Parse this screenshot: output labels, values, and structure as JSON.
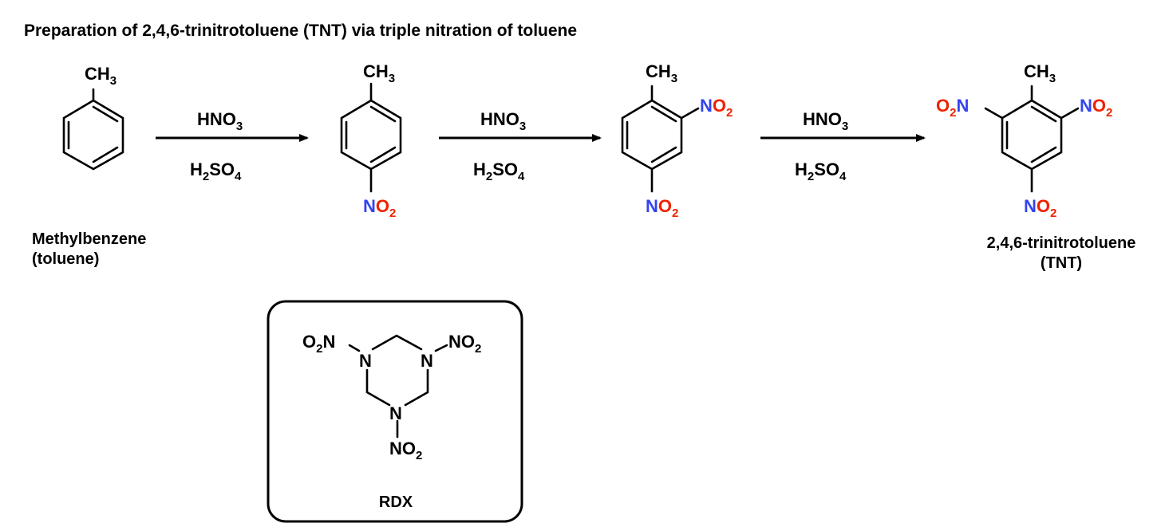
{
  "title": "Preparation of 2,4,6-trinitrotoluene (TNT) via triple nitration of toluene",
  "colors": {
    "nitrogen": "#3344ee",
    "oxygen": "#ee2200",
    "ink": "#000000"
  },
  "groups": {
    "methyl": {
      "main": "CH",
      "sub": "3"
    },
    "nitro": {
      "n": "N",
      "o": "O",
      "sub": "2"
    }
  },
  "reagents": {
    "acid1": {
      "main": "HNO",
      "sub": "3"
    },
    "acid2": {
      "h": "H",
      "h_sub": "2",
      "main": "SO",
      "sub": "4"
    }
  },
  "compounds": {
    "toluene": {
      "name_line1": "Methylbenzene",
      "name_line2": "(toluene)"
    },
    "tnt": {
      "name_line1": "2,4,6-trinitrotoluene",
      "name_line2": "(TNT)"
    },
    "rdx": {
      "label": "RDX"
    }
  },
  "steps": 3
}
